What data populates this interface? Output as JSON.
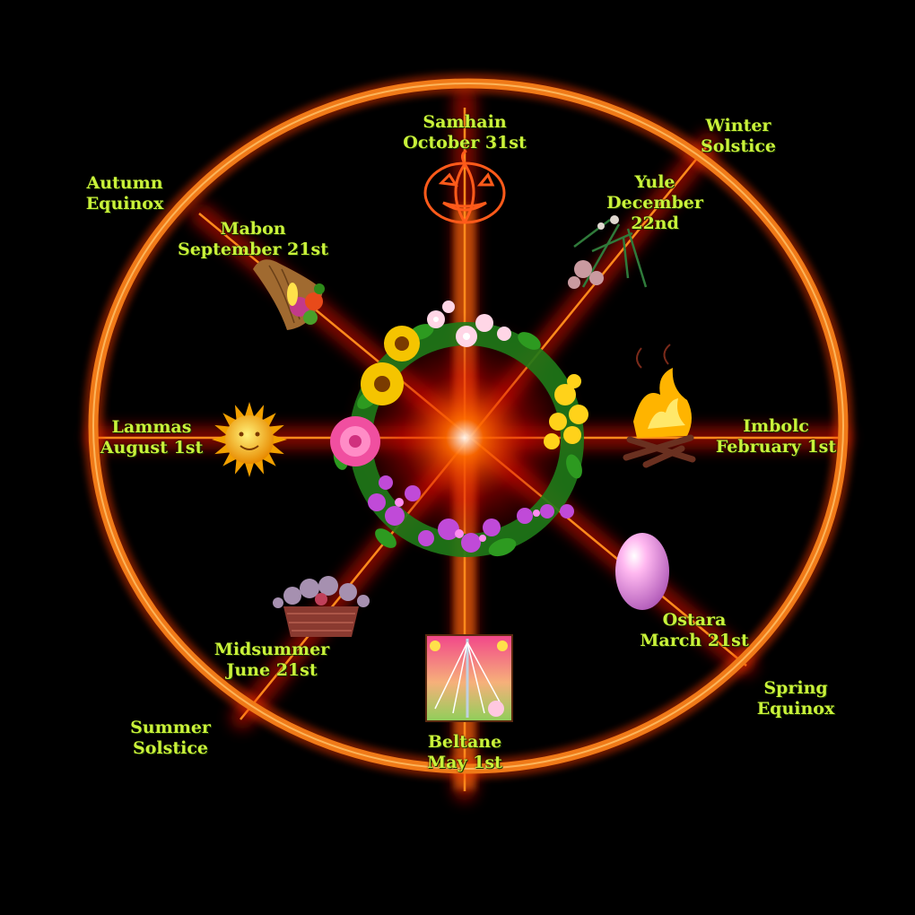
{
  "colors": {
    "ring": "#f07a18",
    "ring_glow": "#ff3a00",
    "spoke": "#ff8a1c",
    "spoke_glow": "#ff1a00",
    "label": "#c9f23a",
    "background": "#000000"
  },
  "sabbats": {
    "samhain": {
      "name": "Samhain",
      "date": "October 31st",
      "icon": "pumpkin-icon"
    },
    "yule": {
      "name": "Yule",
      "date": "December",
      "date2": "22nd",
      "icon": "pine-bough-icon"
    },
    "imbolc": {
      "name": "Imbolc",
      "date": "February 1st",
      "icon": "bonfire-icon"
    },
    "ostara": {
      "name": "Ostara",
      "date": "March 21st",
      "icon": "egg-icon"
    },
    "beltane": {
      "name": "Beltane",
      "date": "May 1st",
      "icon": "maypole-icon"
    },
    "midsummer": {
      "name": "Midsummer",
      "date": "June 21st",
      "icon": "flower-basket-icon"
    },
    "lammas": {
      "name": "Lammas",
      "date": "August 1st",
      "icon": "sun-face-icon"
    },
    "mabon": {
      "name": "Mabon",
      "date": "September 21st",
      "icon": "cornucopia-icon"
    }
  },
  "quarters": {
    "winter": {
      "line1": "Winter",
      "line2": "Solstice"
    },
    "spring": {
      "line1": "Spring",
      "line2": "Equinox"
    },
    "summer": {
      "line1": "Summer",
      "line2": "Solstice"
    },
    "autumn": {
      "line1": "Autumn",
      "line2": "Equinox"
    }
  },
  "center": {
    "icon": "flower-wreath-icon"
  }
}
